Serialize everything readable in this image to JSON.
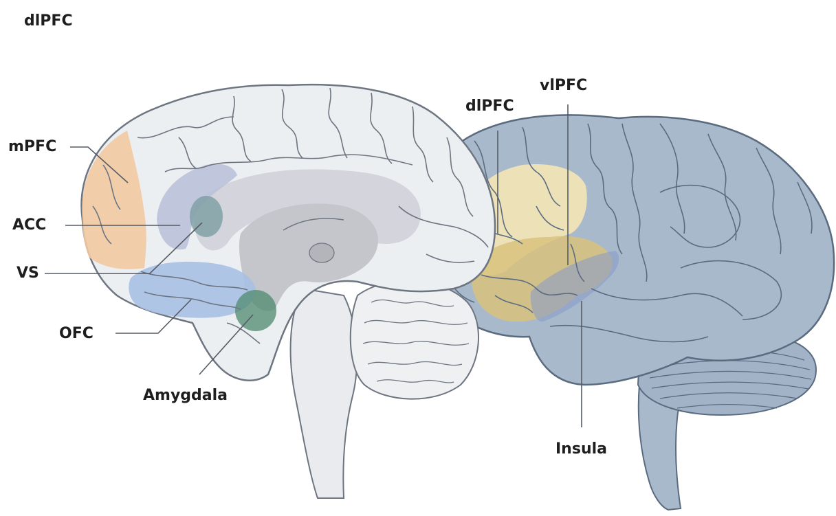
{
  "header": {
    "title": "dlPFC"
  },
  "labels": {
    "mpfc": "mPFC",
    "acc": "ACC",
    "vs": "VS",
    "ofc": "OFC",
    "amygdala": "Amygdala",
    "dlpfc": "dlPFC",
    "vlpfc": "vlPFC",
    "insula": "Insula"
  },
  "colors": {
    "mpfc": "#f2c9a2",
    "acc": "#b8bfd8",
    "vs": "#7d9ea3",
    "ofc": "#a8c0e4",
    "amygdala": "#4f8a6e",
    "dlpfc": "#f3e4b6",
    "vlpfc": "#d8c27d",
    "insula": "#8a9cc6",
    "lateral_brain": "#a9b9cc",
    "medial_brain": "#eceff2"
  }
}
